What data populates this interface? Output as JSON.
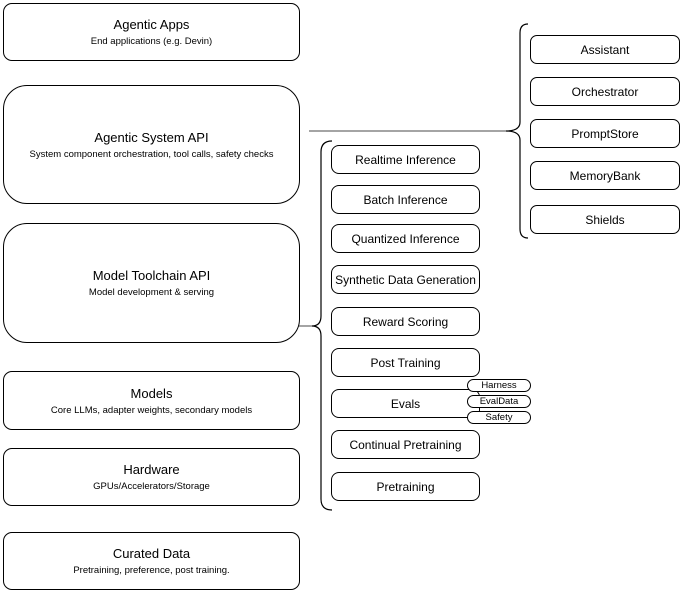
{
  "colors": {
    "stroke": "#000000",
    "connector": "#4a4a4a",
    "background": "#ffffff",
    "text": "#000000"
  },
  "left_stack": [
    {
      "title": "Agentic Apps",
      "subtitle": "End applications (e.g. Devin)"
    },
    {
      "title": "Agentic System API",
      "subtitle": "System component orchestration, tool calls, safety checks"
    },
    {
      "title": "Model Toolchain API",
      "subtitle": "Model development & serving"
    },
    {
      "title": "Models",
      "subtitle": "Core LLMs, adapter weights, secondary models"
    },
    {
      "title": "Hardware",
      "subtitle": "GPUs/Accelerators/Storage"
    },
    {
      "title": "Curated Data",
      "subtitle": "Pretraining, preference, post training."
    }
  ],
  "toolchain_items": [
    "Realtime Inference",
    "Batch Inference",
    "Quantized Inference",
    "Synthetic Data Generation",
    "Reward Scoring",
    "Post Training",
    "Evals",
    "Continual Pretraining",
    "Pretraining"
  ],
  "eval_tags": [
    "Harness",
    "EvalData",
    "Safety"
  ],
  "system_components": [
    "Assistant",
    "Orchestrator",
    "PromptStore",
    "MemoryBank",
    "Shields"
  ]
}
